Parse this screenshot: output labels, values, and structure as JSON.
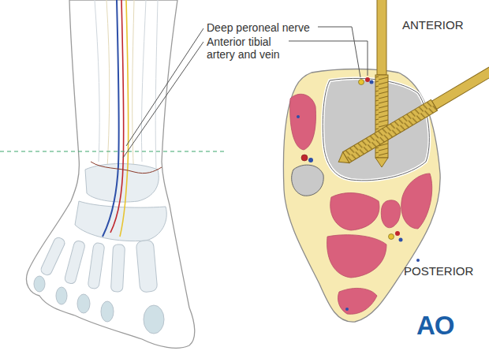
{
  "diagram": {
    "labels": [
      "Deep peroneal nerve",
      "Anterior tibial artery and vein",
      "ANTERIOR",
      "POSTERIOR",
      "AO"
    ]
  }
}
